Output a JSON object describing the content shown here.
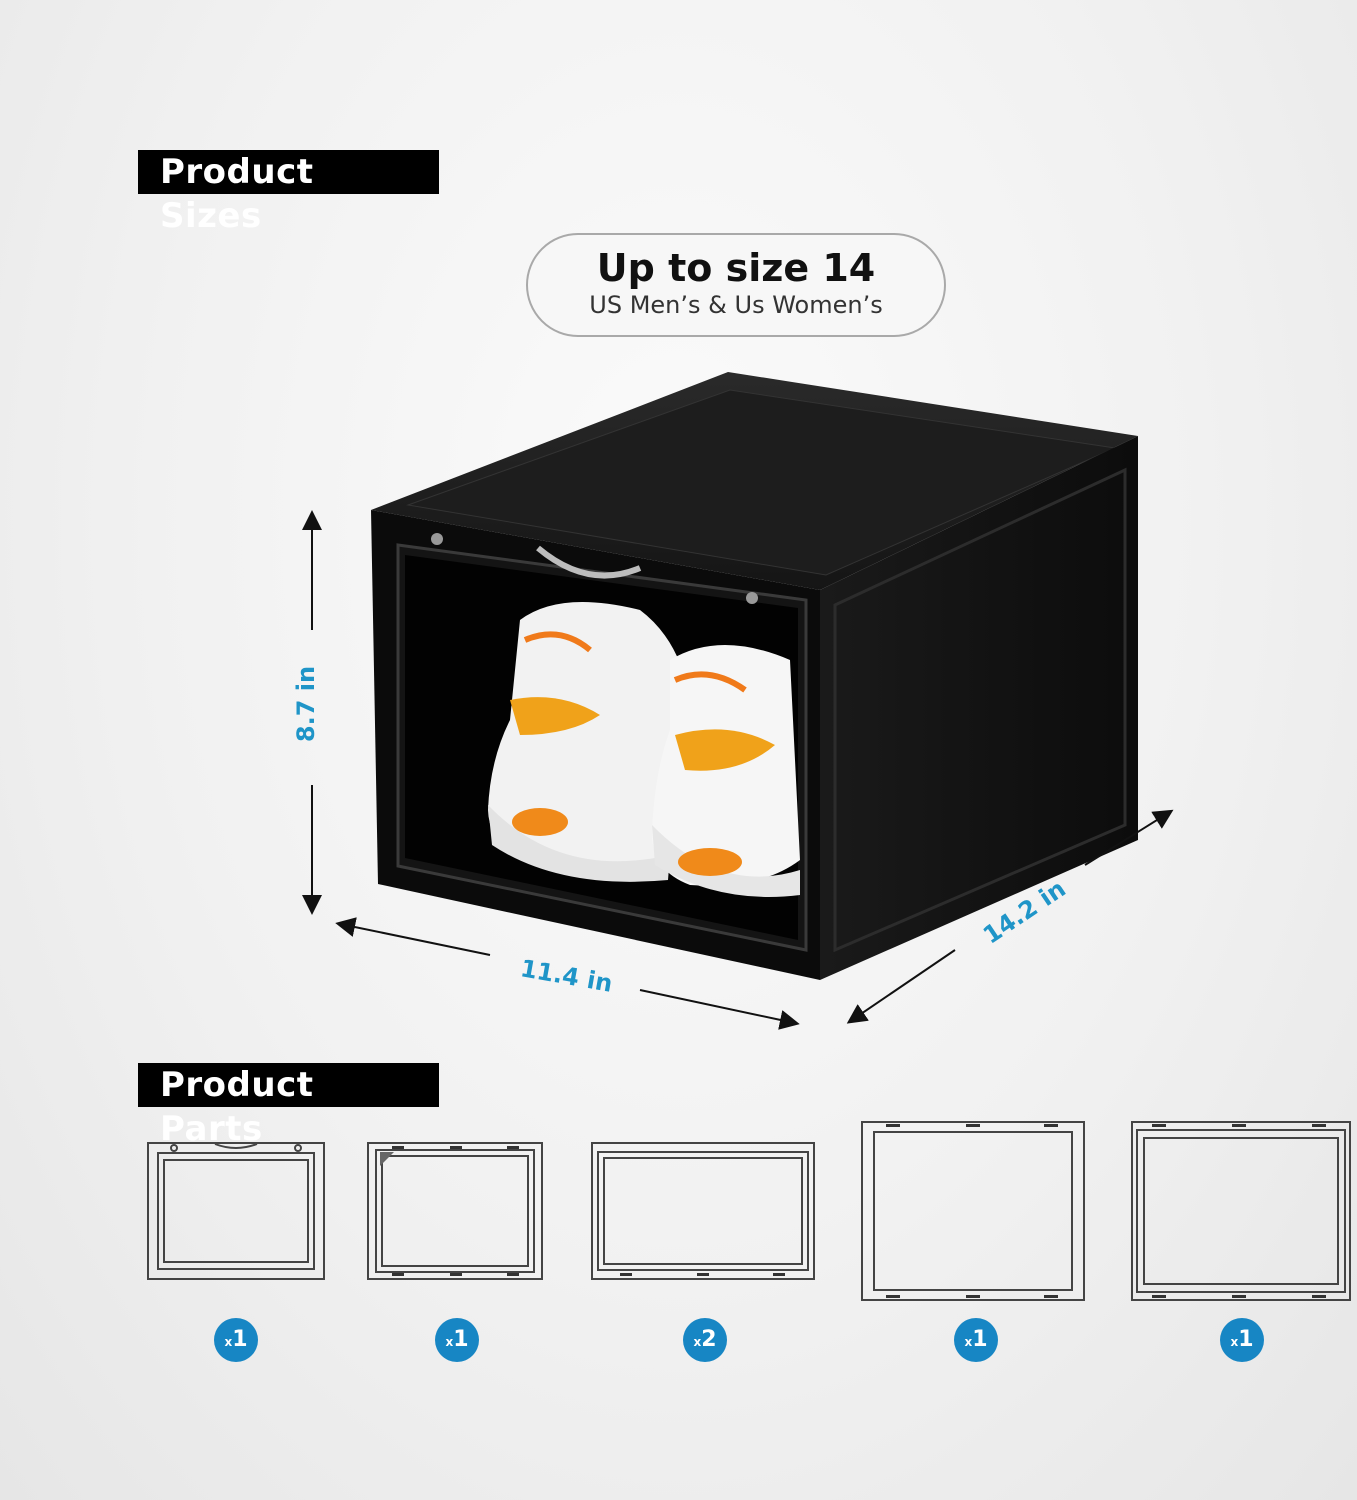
{
  "section_sizes": {
    "title": "Product Sizes"
  },
  "capacity": {
    "headline": "Up to size 14",
    "subline": "US Men’s & Us Women’s"
  },
  "dimensions": {
    "height": "8.7 in",
    "width": "11.4 in",
    "depth": "14.2 in"
  },
  "section_parts": {
    "title": "Product  Parts"
  },
  "parts": [
    {
      "qty_prefix": "x",
      "qty": "1"
    },
    {
      "qty_prefix": "x",
      "qty": "1"
    },
    {
      "qty_prefix": "x",
      "qty": "2"
    },
    {
      "qty_prefix": "x",
      "qty": "1"
    },
    {
      "qty_prefix": "x",
      "qty": "1"
    }
  ],
  "colors": {
    "accent": "#1786c4",
    "dimension_text": "#1f95c8",
    "box": "#0d0d0d",
    "shoe_accent": "#f0a21a"
  }
}
